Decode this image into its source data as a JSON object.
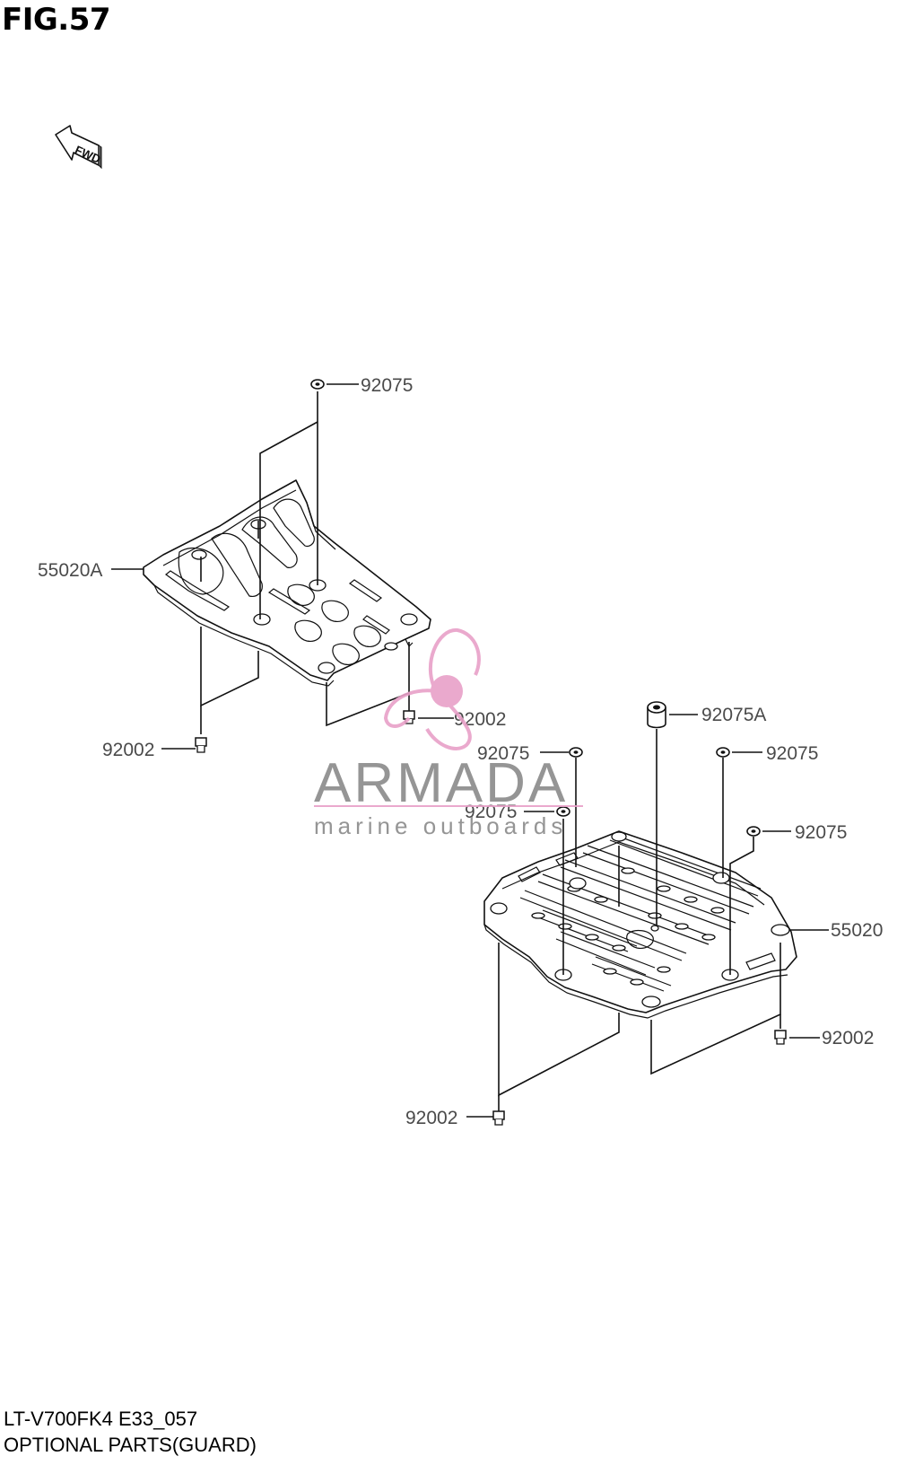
{
  "figure": {
    "title": "FIG.57",
    "fwd_label": "FWD",
    "arrow_icon": "fwd-arrow-icon"
  },
  "footer": {
    "model_code": "LT-V700FK4 E33_057",
    "section_name": "OPTIONAL PARTS(GUARD)"
  },
  "watermark": {
    "brand": "ARMADA",
    "tagline": "marine outboards",
    "logo_icon": "propeller-logo-icon",
    "color": "#e8a0c8"
  },
  "callouts": {
    "upper_washer_top": "92075",
    "upper_guard": "55020A",
    "upper_bolt_right": "92002",
    "upper_bolt_left": "92002",
    "lower_washer_left_top": "92075",
    "lower_washer_left_mid": "92075",
    "lower_collar": "92075A",
    "lower_washer_right_top": "92075",
    "lower_washer_right_mid": "92075",
    "lower_guard": "55020",
    "lower_bolt_right": "92002",
    "lower_bolt_left": "92002"
  }
}
